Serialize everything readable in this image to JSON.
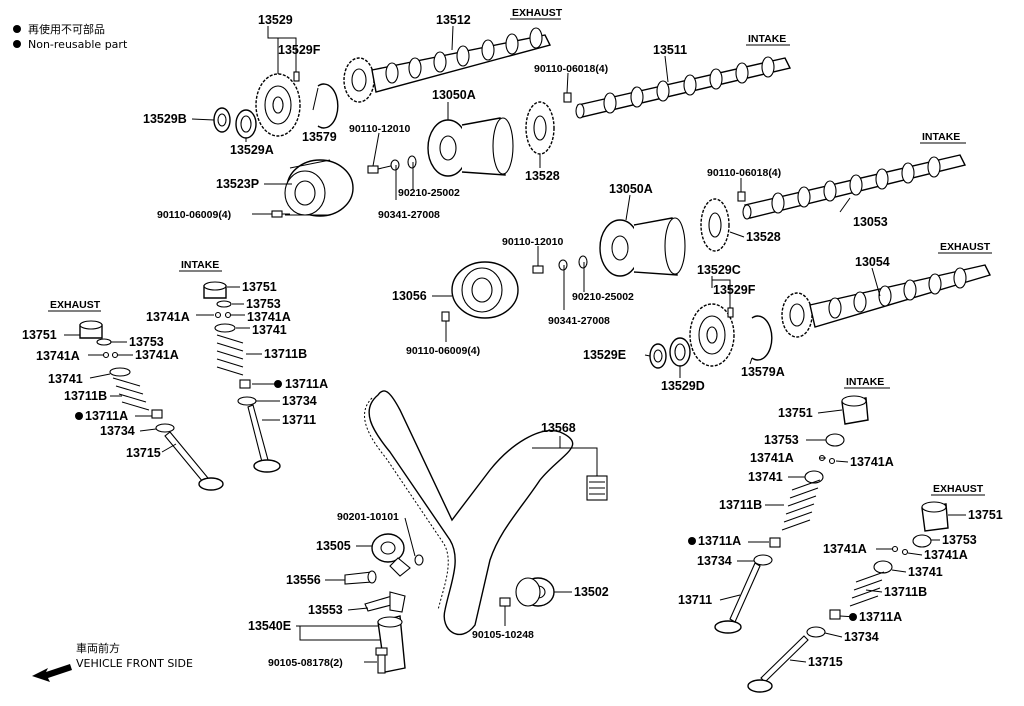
{
  "legend": {
    "jp": "再使用不可部品",
    "en": "Non-reusable part"
  },
  "headers": {
    "exhaust_top": "EXHAUST",
    "intake_top": "INTAKE",
    "intake_right": "INTAKE",
    "exhaust_right": "EXHAUST",
    "intake_left": "INTAKE",
    "exhaust_left": "EXHAUST",
    "intake_lower": "INTAKE",
    "exhaust_lower": "EXHAUST"
  },
  "parts": {
    "p13529": "13529",
    "p13529F_a": "13529F",
    "p13512": "13512",
    "p90110_06018_a": "90110-06018(4)",
    "p13511": "13511",
    "p13529B": "13529B",
    "p13579": "13579",
    "p13050A_a": "13050A",
    "p13529A": "13529A",
    "p90110_12010_a": "90110-12010",
    "p13523P": "13523P",
    "p90210_25002_a": "90210-25002",
    "p13528_a": "13528",
    "p90110_06009_a": "90110-06009(4)",
    "p90341_27008_a": "90341-27008",
    "p90110_06018_b": "90110-06018(4)",
    "p13053": "13053",
    "p13050A_b": "13050A",
    "p13528_b": "13528",
    "p90110_12010_b": "90110-12010",
    "p13054": "13054",
    "p13529C": "13529C",
    "p13056": "13056",
    "p90210_25002_b": "90210-25002",
    "p13529F_b": "13529F",
    "p90341_27008_b": "90341-27008",
    "p13529E": "13529E",
    "p90110_06009_b": "90110-06009(4)",
    "p13529D": "13529D",
    "p13579A": "13579A",
    "L_13751_i": "13751",
    "L_13753_i": "13753",
    "L_13741A_i1": "13741A",
    "L_13741A_i2": "13741A",
    "L_13741_i": "13741",
    "L_13711B_i": "13711B",
    "L_13711A_i": "13711A",
    "L_13734_i": "13734",
    "L_13711_i": "13711",
    "L_13751_e": "13751",
    "L_13753_e": "13753",
    "L_13741A_e1": "13741A",
    "L_13741A_e2": "13741A",
    "L_13741_e": "13741",
    "L_13711B_e": "13711B",
    "L_13711A_e": "13711A",
    "L_13734_e": "13734",
    "L_13715_e": "13715",
    "p13568": "13568",
    "p90201_10101": "90201-10101",
    "p13505": "13505",
    "p13556": "13556",
    "p13553": "13553",
    "p13540E": "13540E",
    "p90105_08178": "90105-08178(2)",
    "p13502": "13502",
    "p90105_10248": "90105-10248",
    "R_13751_i": "13751",
    "R_13753_i": "13753",
    "R_13741A_i1": "13741A",
    "R_13741A_i2": "13741A",
    "R_13741_i": "13741",
    "R_13711B_i": "13711B",
    "R_13711A_i": "13711A",
    "R_13734_i": "13734",
    "R_13711_i": "13711",
    "R_13751_e": "13751",
    "R_13753_e": "13753",
    "R_13741A_e1": "13741A",
    "R_13741A_e2": "13741A",
    "R_13741_e": "13741",
    "R_13711B_e": "13711B",
    "R_13711A_e": "13711A",
    "R_13734_e": "13734",
    "R_13715_e": "13715"
  },
  "footer": {
    "jp": "車両前方",
    "en": "VEHICLE FRONT SIDE"
  }
}
